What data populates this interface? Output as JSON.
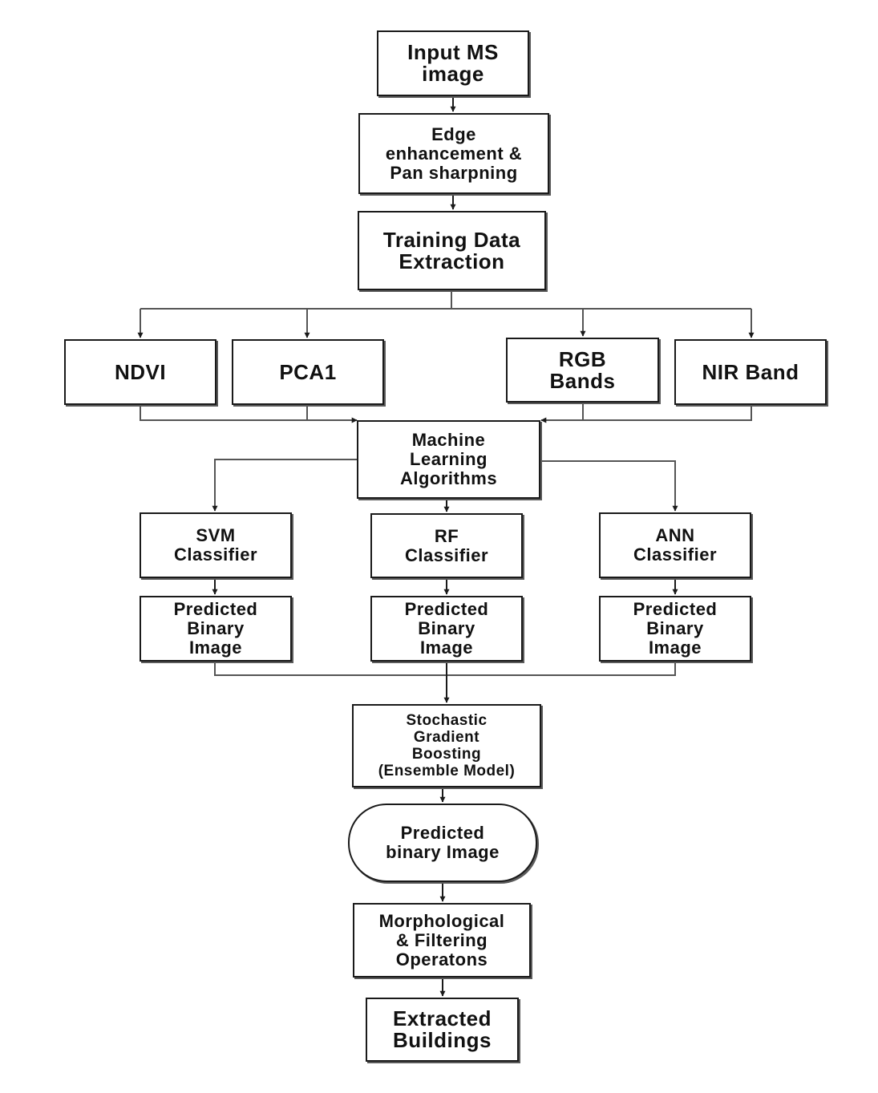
{
  "diagram": {
    "nodes": {
      "input": "Input MS\nimage",
      "edge": "Edge\nenhancement &\nPan sharpning",
      "training": "Training Data\nExtraction",
      "ndvi": "NDVI",
      "pca": "PCA1",
      "rgb": "RGB\nBands",
      "nir": "NIR Band",
      "ml": "Machine\nLearning\nAlgorithms",
      "svm": "SVM\nClassifier",
      "rf": "RF\nClassifier",
      "ann": "ANN\nClassifier",
      "pred_svm": "Predicted\nBinary\nImage",
      "pred_rf": "Predicted\nBinary\nImage",
      "pred_ann": "Predicted\nBinary\nImage",
      "sgb": "Stochastic\nGradient\nBoosting\n(Ensemble Model)",
      "pred_final": "Predicted\nbinary Image",
      "morph": "Morphological\n& Filtering\nOperatons",
      "extracted": "Extracted\nBuildings"
    },
    "edges": [
      {
        "from": "input",
        "to": "edge"
      },
      {
        "from": "edge",
        "to": "training"
      },
      {
        "from": "training",
        "to": "ndvi"
      },
      {
        "from": "training",
        "to": "pca"
      },
      {
        "from": "training",
        "to": "rgb"
      },
      {
        "from": "training",
        "to": "nir"
      },
      {
        "from": "ndvi",
        "to": "ml"
      },
      {
        "from": "pca",
        "to": "ml"
      },
      {
        "from": "rgb",
        "to": "ml"
      },
      {
        "from": "nir",
        "to": "ml"
      },
      {
        "from": "ml",
        "to": "svm"
      },
      {
        "from": "ml",
        "to": "rf"
      },
      {
        "from": "ml",
        "to": "ann"
      },
      {
        "from": "svm",
        "to": "pred_svm"
      },
      {
        "from": "rf",
        "to": "pred_rf"
      },
      {
        "from": "ann",
        "to": "pred_ann"
      },
      {
        "from": "pred_svm",
        "to": "sgb"
      },
      {
        "from": "pred_rf",
        "to": "sgb"
      },
      {
        "from": "pred_ann",
        "to": "sgb"
      },
      {
        "from": "sgb",
        "to": "pred_final"
      },
      {
        "from": "pred_final",
        "to": "morph"
      },
      {
        "from": "morph",
        "to": "extracted"
      }
    ],
    "colors": {
      "stroke": "#1a1a1a",
      "connector": "#555555",
      "shadow": "#5a5a5a",
      "background": "#ffffff"
    }
  }
}
